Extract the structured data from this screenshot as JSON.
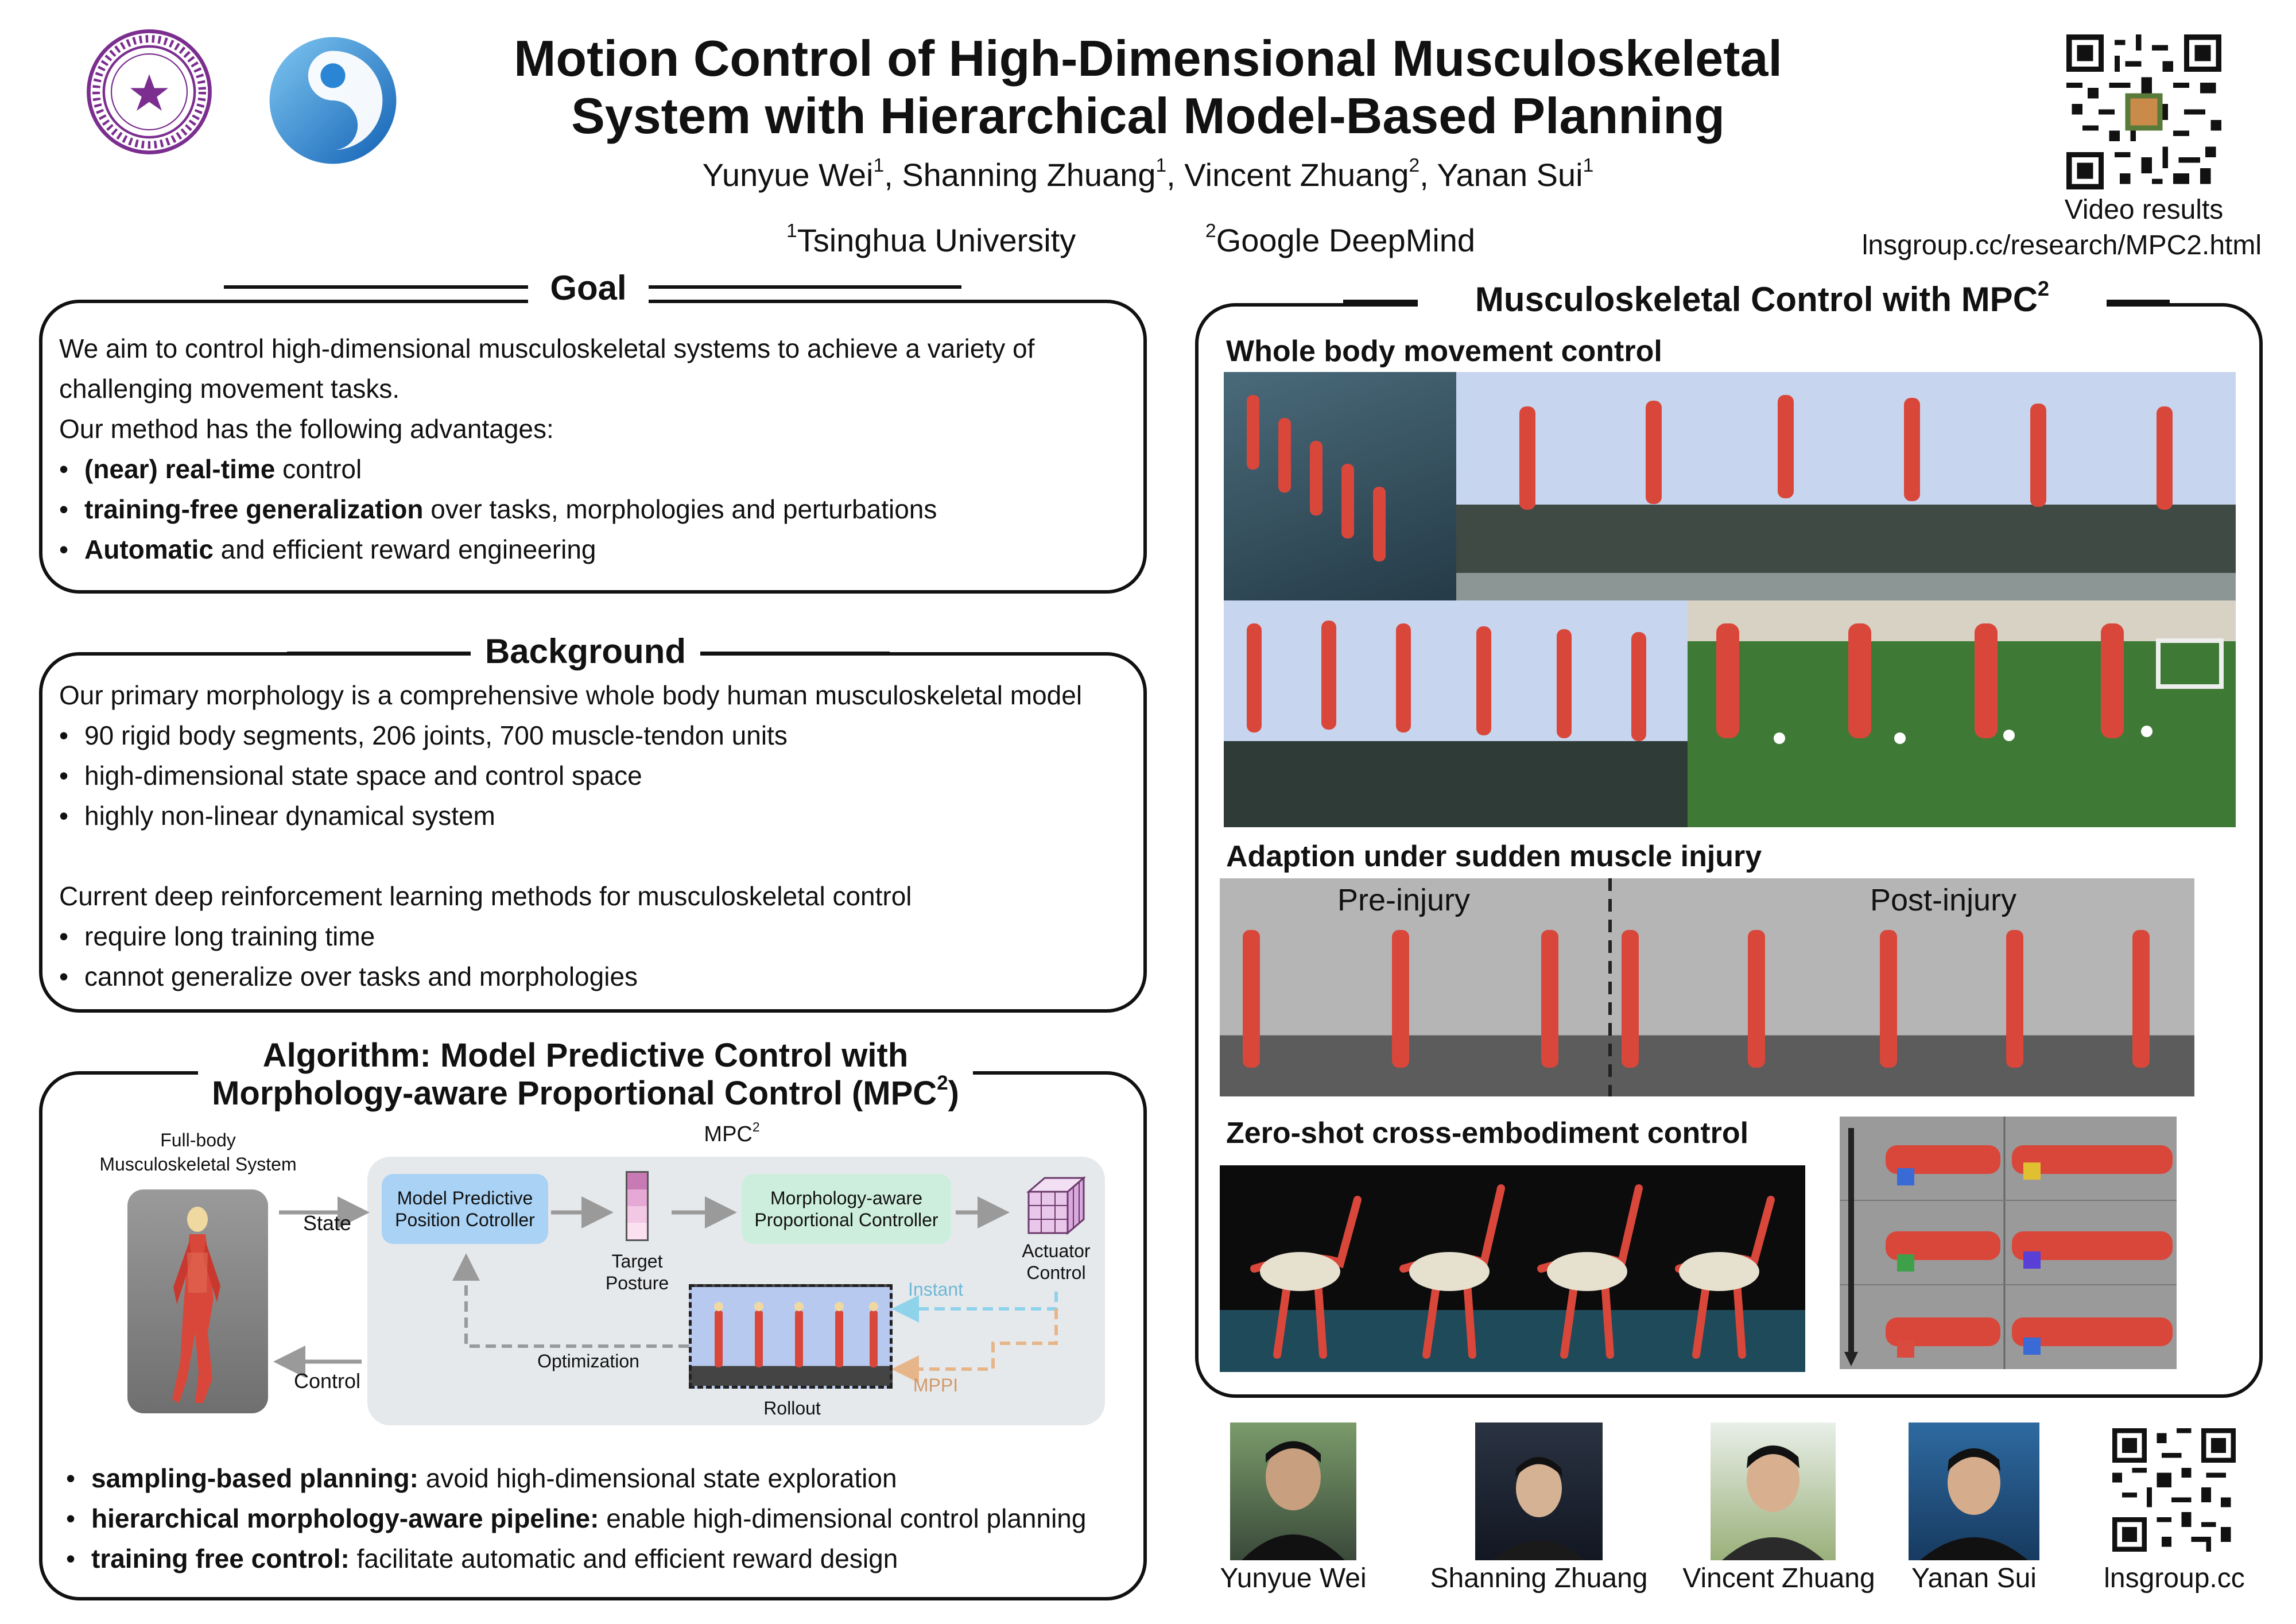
{
  "header": {
    "title_line1": "Motion Control of High-Dimensional Musculoskeletal",
    "title_line2": "System with Hierarchical Model-Based Planning",
    "authors": [
      {
        "name": "Yunyue Wei",
        "sup": "1"
      },
      {
        "name": "Shanning Zhuang",
        "sup": "1"
      },
      {
        "name": "Vincent Zhuang",
        "sup": "2"
      },
      {
        "name": "Yanan Sui",
        "sup": "1"
      }
    ],
    "affiliations": [
      {
        "sup": "1",
        "name": "Tsinghua University"
      },
      {
        "sup": "2",
        "name": "Google DeepMind"
      }
    ],
    "video_caption": "Video results",
    "video_url": "lnsgroup.cc/research/MPC2.html",
    "logos": [
      "tsinghua-seal",
      "lab-swirl-logo"
    ]
  },
  "goal": {
    "title": "Goal",
    "intro1": "We aim to control high-dimensional musculoskeletal systems to achieve a variety of",
    "intro2": "challenging movement tasks.",
    "intro3": "Our method has the following advantages:",
    "bullets": [
      {
        "bold": "(near) real-time",
        "rest": " control"
      },
      {
        "bold": "training-free generalization",
        "rest": " over tasks, morphologies and perturbations"
      },
      {
        "bold": "Automatic",
        "rest": " and efficient reward engineering"
      }
    ]
  },
  "background": {
    "title": "Background",
    "intro": "Our primary morphology is a comprehensive whole body human musculoskeletal model",
    "bullets1": [
      "90 rigid body segments, 206 joints, 700 muscle-tendon units",
      "high-dimensional state space and control space",
      "highly non-linear dynamical system"
    ],
    "intro2": "Current deep reinforcement learning methods for musculoskeletal control",
    "bullets2": [
      "require long training time",
      "cannot generalize over tasks and morphologies"
    ]
  },
  "algorithm": {
    "title_line1": "Algorithm: Model Predictive Control with",
    "title_line2_text": "Morphology-aware Proportional Control (MPC",
    "title_line2_sup": "2",
    "title_line2_end": ")",
    "diagram": {
      "system_label1": "Full-body",
      "system_label2": "Musculoskeletal System",
      "mpc2_label": "MPC",
      "mpc2_sup": "2",
      "state": "State",
      "control": "Control",
      "mpc_box1": "Model Predictive",
      "mpc_box2": "Position Cotroller",
      "target1": "Target",
      "target2": "Posture",
      "pc_box1": "Morphology-aware",
      "pc_box2": "Proportional Controller",
      "actuator1": "Actuator",
      "actuator2": "Control",
      "instant": "Instant",
      "mppi": "MPPI",
      "optimization": "Optimization",
      "rollout": "Rollout"
    },
    "bullets": [
      {
        "bold": "sampling-based planning:",
        "rest": " avoid high-dimensional state exploration"
      },
      {
        "bold": "hierarchical morphology-aware pipeline:",
        "rest": " enable high-dimensional control planning"
      },
      {
        "bold": "training free control:",
        "rest": " facilitate automatic and efficient reward design"
      }
    ]
  },
  "results": {
    "title_text": "Musculoskeletal Control with MPC",
    "title_sup": "2",
    "whole_body": "Whole body movement control",
    "injury": "Adaption under sudden muscle injury",
    "pre_injury": "Pre-injury",
    "post_injury": "Post-injury",
    "cross": "Zero-shot cross-embodiment control"
  },
  "people": [
    {
      "name": "Yunyue Wei"
    },
    {
      "name": "Shanning Zhuang"
    },
    {
      "name": "Vincent Zhuang"
    },
    {
      "name": "Yanan Sui"
    }
  ],
  "lab_url": "lnsgroup.cc",
  "colors": {
    "tsinghua_purple": "#7b2e8f",
    "logo_blue": "#1f8ad6",
    "muscle_red": "#d9473b",
    "sky": "#c7d6ee",
    "mpc_box": "#a9d2f5",
    "pc_box": "#cdeedd",
    "instant_arrow": "#8fd3ea",
    "mppi_arrow": "#e7b58a"
  }
}
